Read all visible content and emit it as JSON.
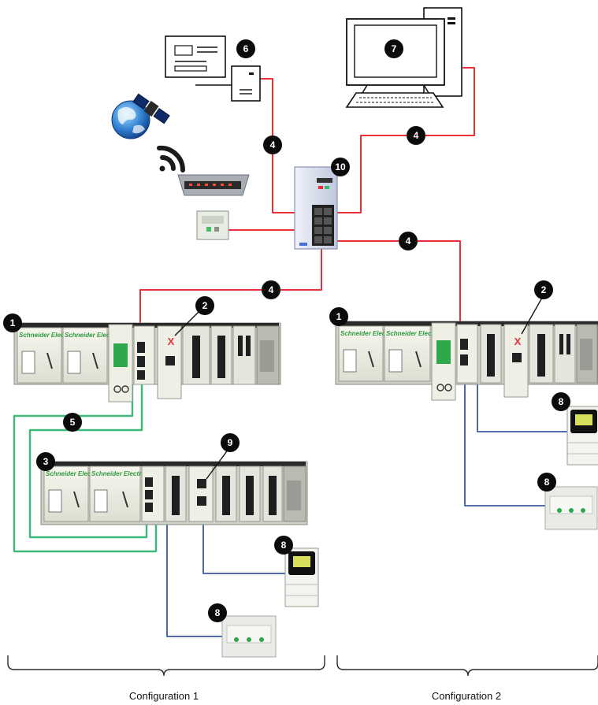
{
  "callouts": {
    "c1a": "1",
    "c1b": "1",
    "c2a": "2",
    "c2b": "2",
    "c3": "3",
    "c4a": "4",
    "c4b": "4",
    "c4c": "4",
    "c4d": "4",
    "c5": "5",
    "c6": "6",
    "c7": "7",
    "c8a": "8",
    "c8b": "8",
    "c8c": "8",
    "c8d": "8",
    "c9": "9",
    "c10": "10"
  },
  "brand": "Schneider Electric",
  "module_fault_mark": "X",
  "configurations": {
    "left": "Configuration 1",
    "right": "Configuration 2"
  },
  "colors": {
    "ethernet": "#e8303a",
    "ring": "#3cb878",
    "device": "#3a5aa0",
    "brand": "#2f9a3f"
  }
}
